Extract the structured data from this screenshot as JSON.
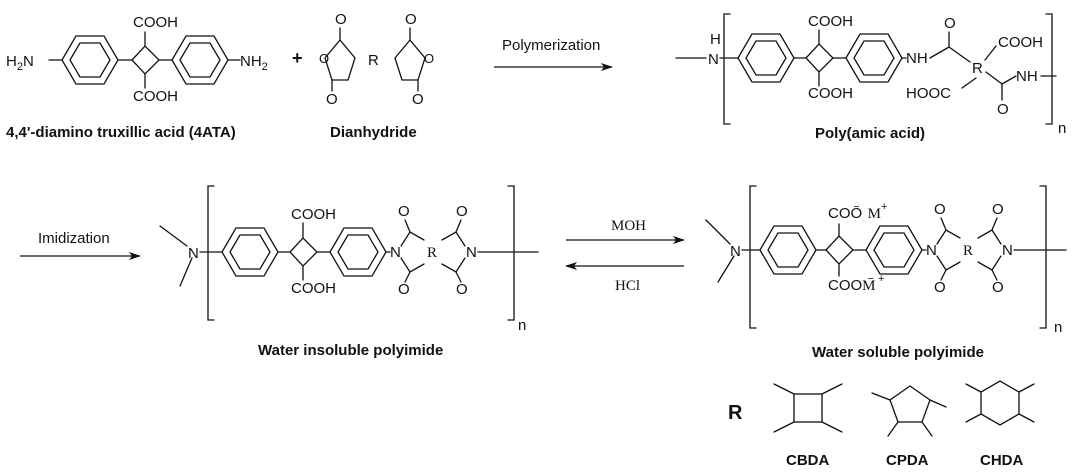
{
  "captions": {
    "monomer": "4,4'-diamino truxillic acid (4ATA)",
    "dianhydride": "Dianhydride",
    "poly_amic_acid": "Poly(amic acid)",
    "insoluble": "Water insoluble polyimide",
    "soluble": "Water soluble polyimide"
  },
  "steps": {
    "polymerization": "Polymerization",
    "imidization": "Imidization",
    "base": "MOH",
    "acid": "HCl"
  },
  "plus": "+",
  "groups": {
    "cooh": "COOH",
    "hooc": "HOOC",
    "coo": "COO",
    "neg": "−",
    "metal": "M",
    "pos": "+",
    "n_atom": "N",
    "h_atom": "H",
    "nh": "NH",
    "h2n": "H",
    "nh2": "NH",
    "sub2": "2",
    "oxygen": "O",
    "r": "R",
    "n_repeat": "n"
  },
  "r_legend": {
    "label": "R",
    "items": [
      "CBDA",
      "CPDA",
      "CHDA"
    ]
  }
}
